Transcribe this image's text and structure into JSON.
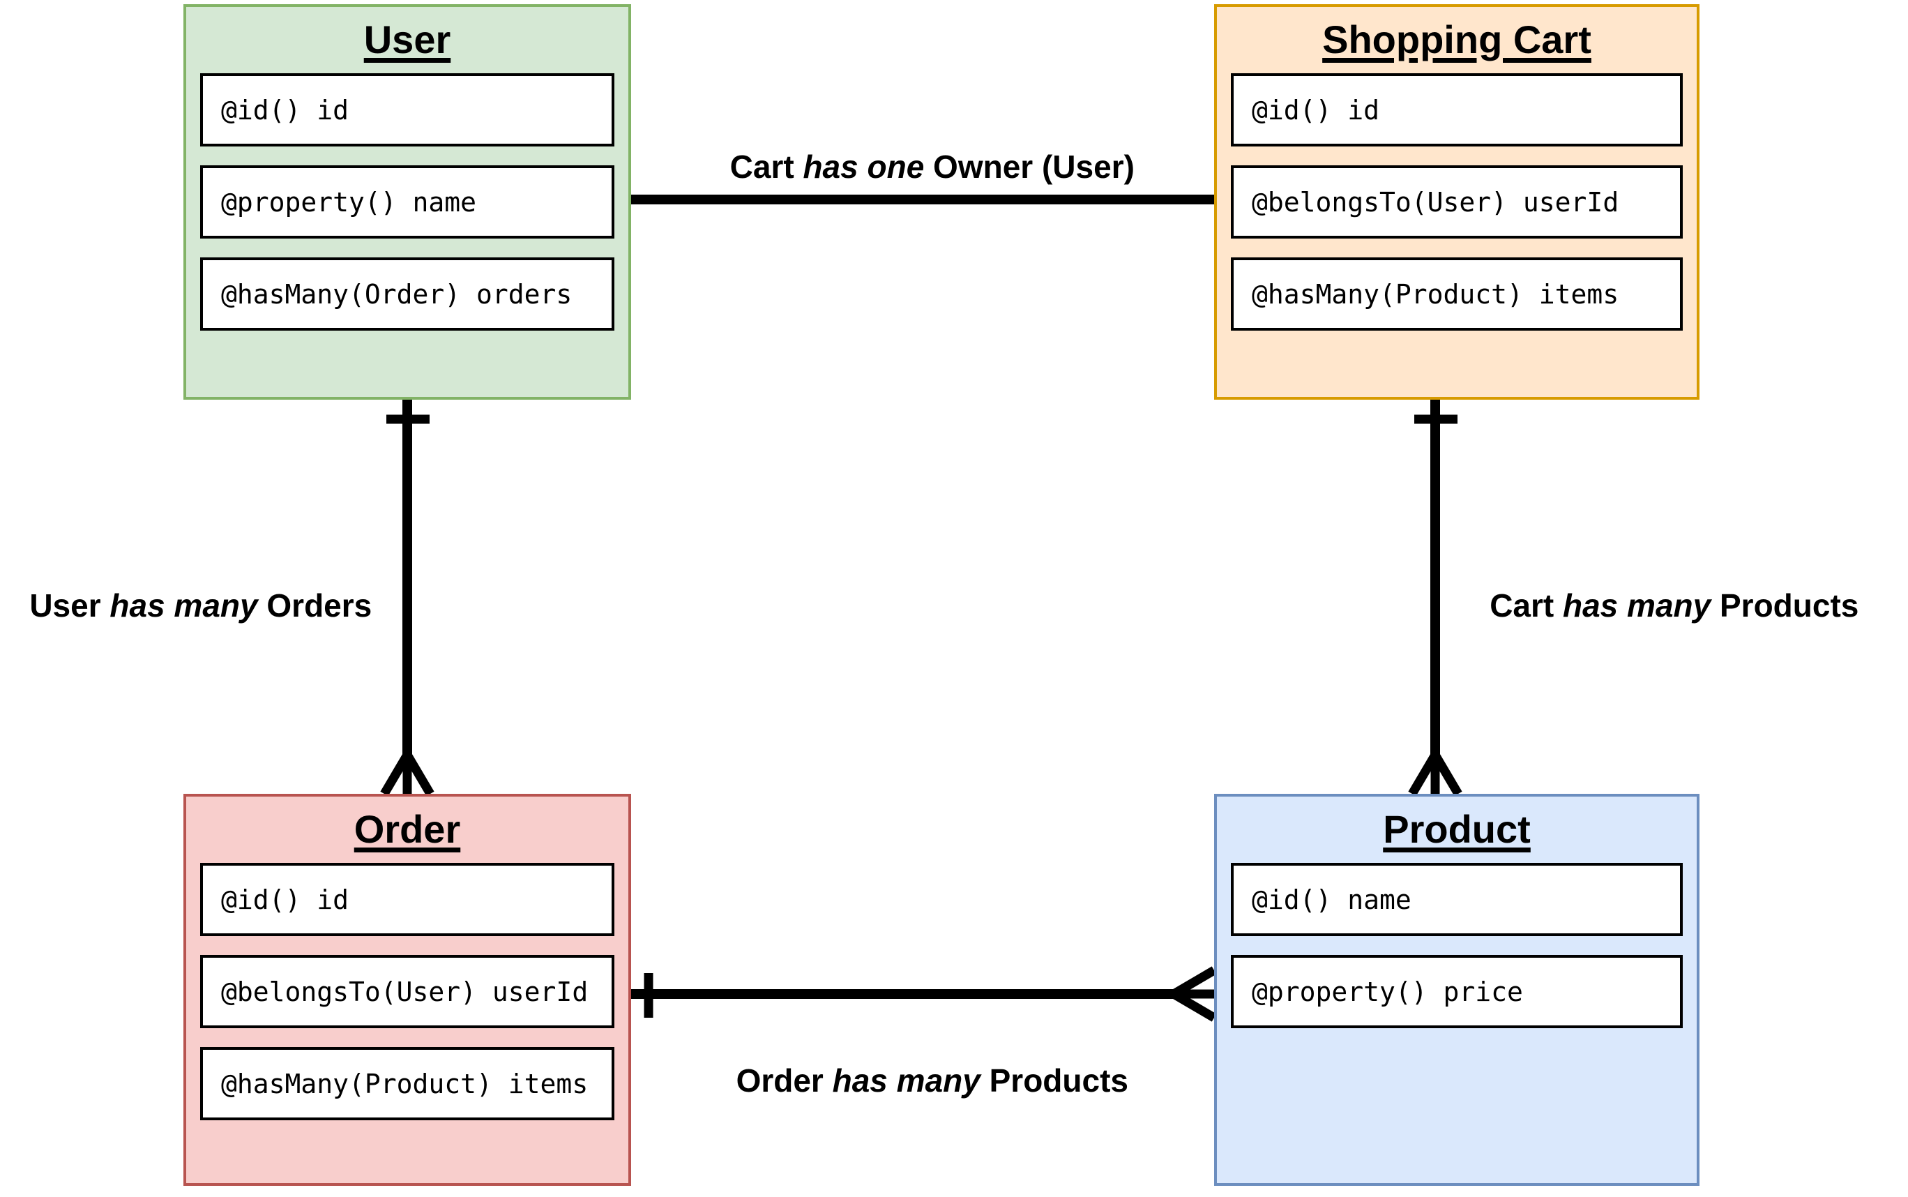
{
  "entities": {
    "user": {
      "title": "User",
      "fields": [
        "@id() id",
        "@property() name",
        "@hasMany(Order) orders"
      ],
      "fill": "#d5e8d4",
      "stroke": "#82b366"
    },
    "cart": {
      "title": "Shopping Cart",
      "fields": [
        "@id() id",
        "@belongsTo(User) userId",
        "@hasMany(Product) items"
      ],
      "fill": "#ffe6cc",
      "stroke": "#d79b00"
    },
    "order": {
      "title": "Order",
      "fields": [
        "@id() id",
        "@belongsTo(User) userId",
        "@hasMany(Product) items"
      ],
      "fill": "#f8cecc",
      "stroke": "#b85450"
    },
    "product": {
      "title": "Product",
      "fields": [
        "@id() name",
        "@property() price"
      ],
      "fill": "#dae8fc",
      "stroke": "#6c8ebf"
    }
  },
  "relationships": {
    "cart_owner": {
      "prefix": "Cart ",
      "verb": "has one",
      "suffix": " Owner (User)",
      "from": "Shopping Cart",
      "to": "User",
      "from_marker": "none",
      "to_marker": "none"
    },
    "user_orders": {
      "prefix": "User ",
      "verb": "has many",
      "suffix": " Orders",
      "from": "User",
      "to": "Order",
      "from_marker": "one-tick",
      "to_marker": "crows-foot-many"
    },
    "cart_products": {
      "prefix": "Cart ",
      "verb": "has many",
      "suffix": " Products",
      "from": "Shopping Cart",
      "to": "Product",
      "from_marker": "one-tick",
      "to_marker": "crows-foot-many"
    },
    "order_products": {
      "prefix": "Order ",
      "verb": "has many",
      "suffix": " Products",
      "from": "Order",
      "to": "Product",
      "from_marker": "one-tick",
      "to_marker": "crows-foot-many"
    }
  },
  "colors": {
    "background": "#ffffff",
    "line": "#000000",
    "field_fill": "#ffffff",
    "field_stroke": "#000000",
    "user_fill": "#d5e8d4",
    "user_stroke": "#82b366",
    "cart_fill": "#ffe6cc",
    "cart_stroke": "#d79b00",
    "order_fill": "#f8cecc",
    "order_stroke": "#b85450",
    "product_fill": "#dae8fc",
    "product_stroke": "#6c8ebf"
  }
}
